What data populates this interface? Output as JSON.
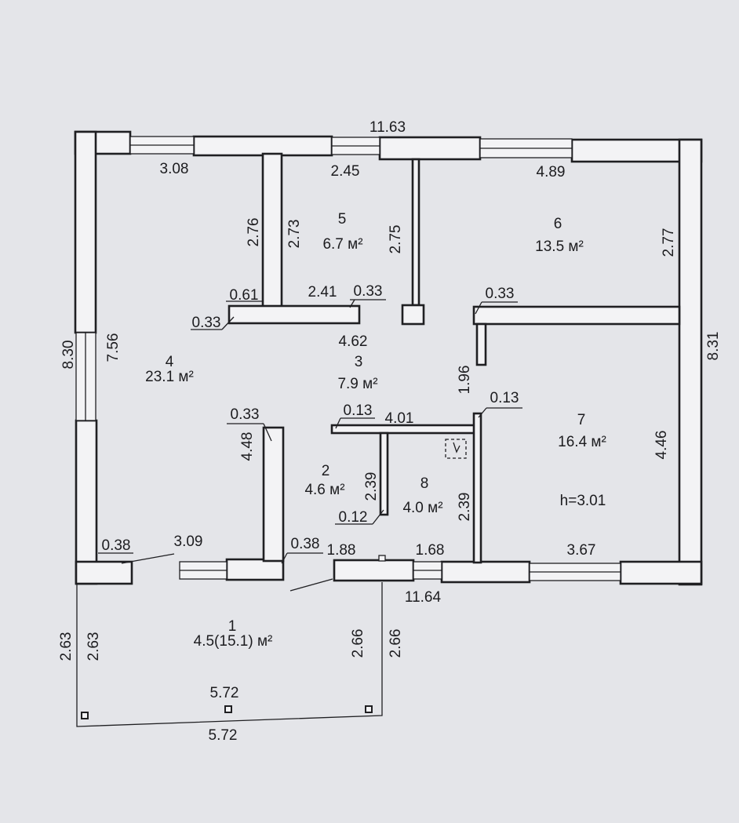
{
  "rooms": [
    {
      "num": "1",
      "area": "4.5(15.1) м²"
    },
    {
      "num": "2",
      "area": "4.6 м²"
    },
    {
      "num": "3",
      "area": "7.9 м²"
    },
    {
      "num": "4",
      "area": "23.1 м²"
    },
    {
      "num": "5",
      "area": "6.7 м²"
    },
    {
      "num": "6",
      "area": "13.5 м²"
    },
    {
      "num": "7",
      "area": "16.4 м²",
      "note": "h=3.01"
    },
    {
      "num": "8",
      "area": "4.0 м²"
    }
  ],
  "dims": {
    "top_total": "11.63",
    "bottom_total": "11.64",
    "left_total": "8.30",
    "right_total": "8.31",
    "r4_top": "3.08",
    "r4_height": "7.56",
    "r4_partition_a": "2.76",
    "r4_wall_061": "0.61",
    "r4_wall_033": "0.33",
    "r4_bottom_038": "0.38",
    "r4_bottom_309": "3.09",
    "r5_top": "2.45",
    "r5_left": "2.73",
    "r5_right": "2.75",
    "r5_bottom": "2.41",
    "r5_wall_033": "0.33",
    "r6_top": "4.89",
    "r6_right": "2.77",
    "r6_wall_033": "0.33",
    "hall_width": "4.62",
    "hall_196": "1.96",
    "r2_wall_033": "0.33",
    "r2_height": "4.48",
    "r2_bottom_038": "0.38",
    "r2_bottom_188": "1.88",
    "r8_wall_013": "0.13",
    "r8_top": "4.01",
    "r8_left": "2.39",
    "r8_wall_012": "0.12",
    "r8_right": "2.39",
    "r8_bottom": "1.68",
    "r7_wall_013": "0.13",
    "r7_right": "4.46",
    "r7_bottom": "3.67",
    "porch_left_outer": "2.63",
    "porch_left_inner": "2.63",
    "porch_right_inner": "2.66",
    "porch_right_outer": "2.66",
    "porch_bottom_inner": "5.72",
    "porch_bottom_outer": "5.72"
  }
}
